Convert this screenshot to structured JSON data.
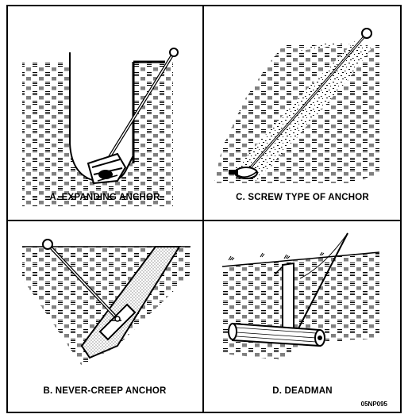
{
  "panels": {
    "a": {
      "caption": "A. EXPANDING ANCHOR"
    },
    "b": {
      "caption": "B. NEVER-CREEP ANCHOR"
    },
    "c": {
      "caption": "C. SCREW TYPE OF ANCHOR"
    },
    "d": {
      "caption": "D. DEADMAN"
    }
  },
  "figure_id": "05NP095"
}
